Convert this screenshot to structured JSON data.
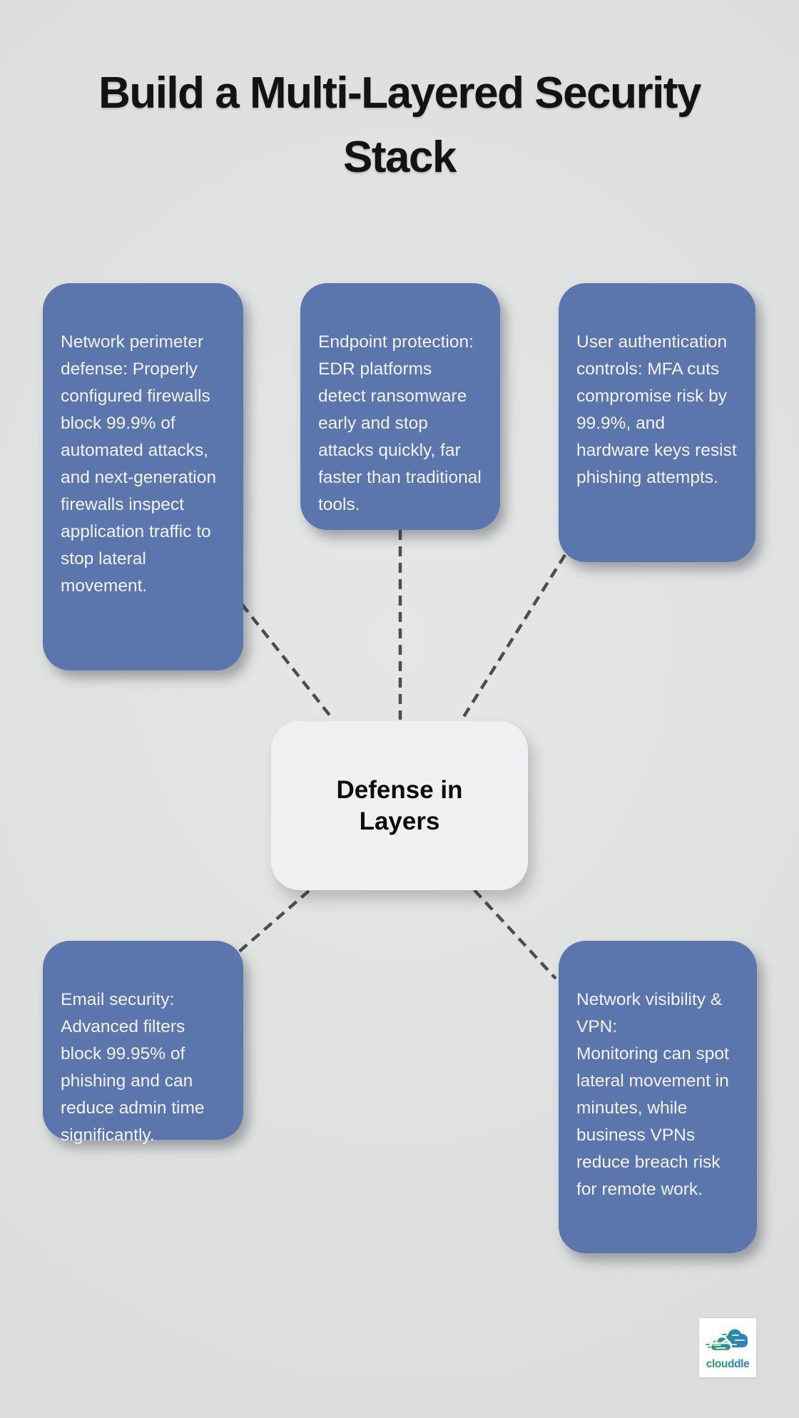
{
  "title": "Build a Multi-Layered Security Stack",
  "center": {
    "label": "Defense in Layers"
  },
  "nodes": [
    {
      "id": "network-perimeter-defense",
      "text": "Network perimeter defense: Properly configured firewalls block 99.9% of automated attacks, and next-generation firewalls inspect application traffic to stop lateral movement."
    },
    {
      "id": "endpoint-protection",
      "text": "Endpoint protection: EDR platforms detect ransomware early and stop attacks quickly, far faster than traditional tools."
    },
    {
      "id": "user-authentication-controls",
      "text": "User authentication controls: MFA cuts compromise risk by 99.9%, and hardware keys resist phishing attempts."
    },
    {
      "id": "email-security",
      "text": "Email security: Advanced filters block 99.95% of phishing and can reduce admin time significantly."
    },
    {
      "id": "network-visibility-vpn",
      "text": "Network visibility & VPN:\nMonitoring can spot lateral movement in minutes, while business VPNs reduce breach risk for remote work."
    }
  ],
  "logo": {
    "text": "clouddle"
  },
  "colors": {
    "background": "#dee0df",
    "node_fill": "#5b76ac",
    "node_text": "#f2f3f7",
    "center_fill": "#eff0f2",
    "connector": "#4d4d4d",
    "title_text": "#131313",
    "logo_green": "#23a25f",
    "logo_blue": "#2b7ed6"
  }
}
